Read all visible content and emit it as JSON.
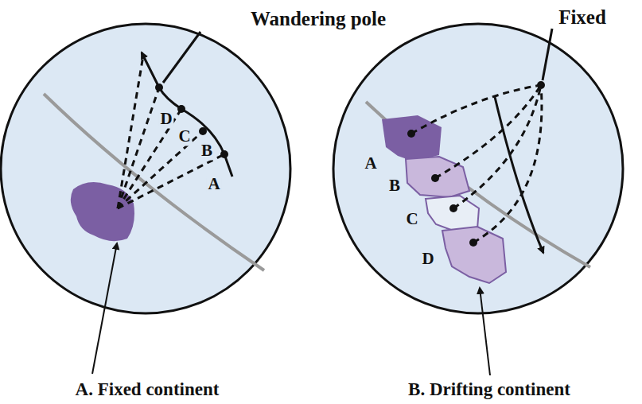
{
  "diagram": {
    "labels": [
      "Wandering pole",
      "D",
      "C",
      "B",
      "A",
      "A",
      "B",
      "C",
      "D",
      "Fixed",
      "A. Fixed continent",
      "B. Drifting continent"
    ]
  }
}
